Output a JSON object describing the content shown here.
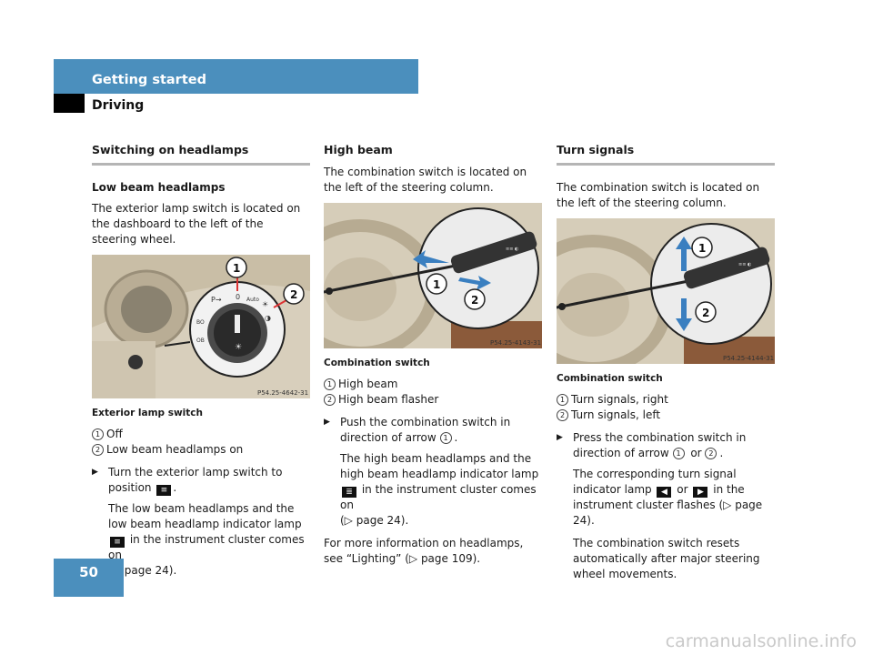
{
  "header": {
    "section": "Getting started",
    "subsection": "Driving"
  },
  "page_number": "50",
  "watermark": "carmanualsonline.info",
  "col1": {
    "heading": "Switching on headlamps",
    "subheading": "Low beam headlamps",
    "intro": "The exterior lamp switch is located on the dashboard to the left of the steering wheel.",
    "photo_code": "P54.25-4642-31",
    "callouts": [
      "1",
      "2"
    ],
    "switch_labels": {
      "off": "0",
      "auto": "Auto"
    },
    "caption": "Exterior lamp switch",
    "legend": [
      {
        "n": "1",
        "text": "Off"
      },
      {
        "n": "2",
        "text": "Low beam headlamps on"
      }
    ],
    "step": "Turn the exterior lamp switch to position",
    "step_end": ".",
    "result_a": "The low beam headlamps and the low beam headlamp indicator lamp",
    "result_b": "in the instrument cluster comes on",
    "result_c": "(▷ page 24)."
  },
  "col2": {
    "heading": "High beam",
    "intro": "The combination switch is located on the left of the steering column.",
    "photo_code": "P54.25-4143-31",
    "callouts": [
      "1",
      "2"
    ],
    "caption": "Combination switch",
    "legend": [
      {
        "n": "1",
        "text": "High beam"
      },
      {
        "n": "2",
        "text": "High beam flasher"
      }
    ],
    "step_a": "Push the combination switch in direction of arrow",
    "step_end": ".",
    "result_a": "The high beam headlamps and the high beam headlamp indicator lamp",
    "result_b": "in the instrument cluster comes on",
    "result_c": "(▷ page 24).",
    "more": "For more information on headlamps, see “Lighting” (▷ page 109)."
  },
  "col3": {
    "heading": "Turn signals",
    "intro": "The combination switch is located on the left of the steering column.",
    "photo_code": "P54.25-4144-31",
    "callouts": [
      "1",
      "2"
    ],
    "caption": "Combination switch",
    "legend": [
      {
        "n": "1",
        "text": "Turn signals, right"
      },
      {
        "n": "2",
        "text": "Turn signals, left"
      }
    ],
    "step_a": "Press the combination switch in direction of arrow",
    "step_or": "or",
    "step_end": ".",
    "result_a": "The corresponding turn signal indicator lamp",
    "result_or": "or",
    "result_b": "in the instrument cluster flashes (▷ page 24).",
    "reset": "The combination switch resets automatically after major steering wheel movements."
  },
  "icons": {
    "low_beam": "low-beam-icon",
    "high_beam": "high-beam-icon",
    "turn_left": "turn-left-icon",
    "turn_right": "turn-right-icon"
  },
  "colors": {
    "accent": "#4b8fbd",
    "rule": "#b5b5b5",
    "arrow": "#3a7fc0"
  }
}
